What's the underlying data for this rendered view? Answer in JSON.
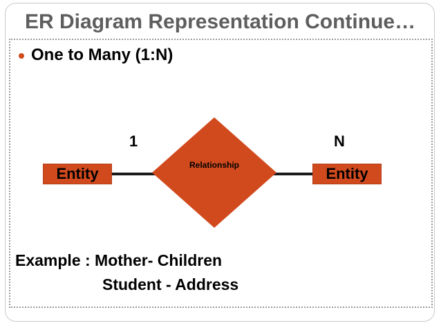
{
  "slide": {
    "title": "ER Diagram Representation Continue…",
    "bullet": {
      "marker": "bullet-dot",
      "text": "One to Many (1:N)"
    },
    "diagram": {
      "type": "er-diagram",
      "left_entity_label": "Entity",
      "right_entity_label": "Entity",
      "relationship_label": "Relationship",
      "left_cardinality": "1",
      "right_cardinality": "N"
    },
    "example": {
      "line1": "Example : Mother- Children",
      "line2": "Student - Address"
    },
    "colors": {
      "accent_orange": "#d14a1e",
      "title_gray": "#5e5e5e",
      "frame_gray": "#c9c9c9",
      "dotted_gray": "#9a9a9a",
      "text_black": "#000000"
    }
  }
}
